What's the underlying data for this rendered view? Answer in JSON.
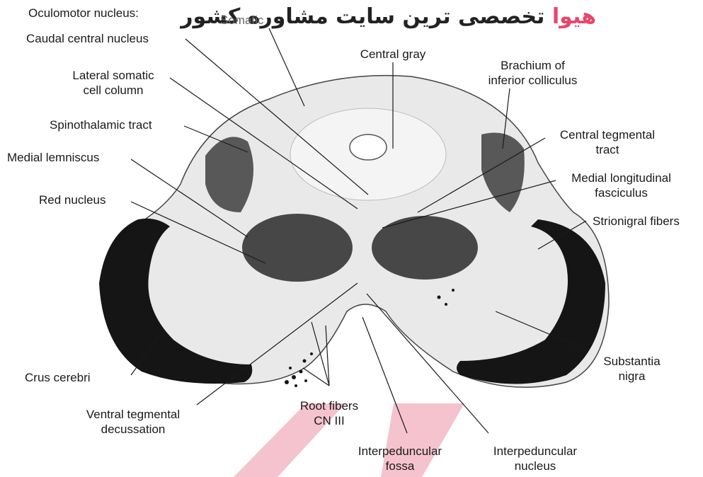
{
  "watermark": {
    "brand": "هیوا",
    "text": "تخصصی ترین سایت مشاوره کشور",
    "brand_color": "#e8466a"
  },
  "labels": {
    "oculomotor": "Oculomotor nucleus:",
    "oculomotor_overlap": "Somatic",
    "caudal_central": "Caudal central nucleus",
    "central_gray": "Central gray",
    "brachium": "Brachium of\ninferior colliculus",
    "lateral_somatic": "Lateral somatic\ncell column",
    "spinothalamic": "Spinothalamic tract",
    "central_tegmental": "Central tegmental\ntract",
    "medial_lemniscus": "Medial lemniscus",
    "mlf": "Medial longitudinal\nfasciculus",
    "red_nucleus": "Red nucleus",
    "strionigral": "Strionigral fibers",
    "substantia_nigra": "Substantia\nnigra",
    "crus_cerebri": "Crus cerebri",
    "ventral_tegmental": "Ventral tegmental\ndecussation",
    "root_fibers": "Root fibers\nCN III",
    "interpeduncular_fossa": "Interpeduncular\nfossa",
    "interpeduncular_nucleus": "Interpeduncular\nnucleus"
  },
  "colors": {
    "tissue": "#e9e9e9",
    "dark_tract": "#151515",
    "watermark_wedge": "#f2b8c4",
    "leader_line": "#1a1a1a"
  }
}
